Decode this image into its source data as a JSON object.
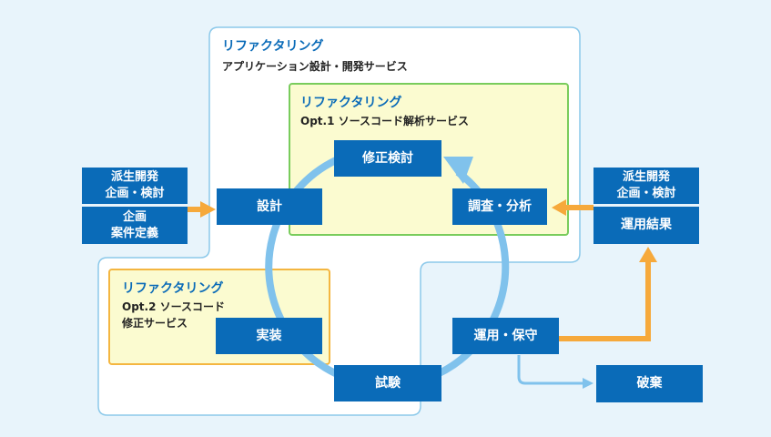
{
  "colors": {
    "background": "#e8f4fb",
    "box_blue": "#0a6bb8",
    "outer_border": "#8cc9ea",
    "green_fill": "#fbfbd0",
    "green_border": "#79cc5c",
    "yellow_fill": "#fbfbd0",
    "yellow_border": "#f4b640",
    "cycle_arrow": "#80c2ec",
    "orange_arrow": "#f6a93b",
    "light_arrow": "#80c2ec"
  },
  "regions": {
    "outer": {
      "title": "リファクタリング",
      "subtitle": "アプリケーション設計・開発サービス"
    },
    "opt1": {
      "title": "リファクタリング",
      "subtitle": "Opt.1 ソースコード解析サービス"
    },
    "opt2": {
      "title": "リファクタリング",
      "subtitle_line1": "Opt.2 ソースコード",
      "subtitle_line2": "修正サービス"
    }
  },
  "cycle": {
    "shuusei": "修正検討",
    "sekkei": "設計",
    "chousa": "調査・分析",
    "jissou": "実装",
    "unyou": "運用・保守",
    "shiken": "試験"
  },
  "left_inputs": {
    "top_line1": "派生開発",
    "top_line2": "企画・検討",
    "bottom_line1": "企画",
    "bottom_line2": "案件定義"
  },
  "right_inputs": {
    "top_line1": "派生開発",
    "top_line2": "企画・検討",
    "bottom": "運用結果"
  },
  "disposal": "破棄"
}
